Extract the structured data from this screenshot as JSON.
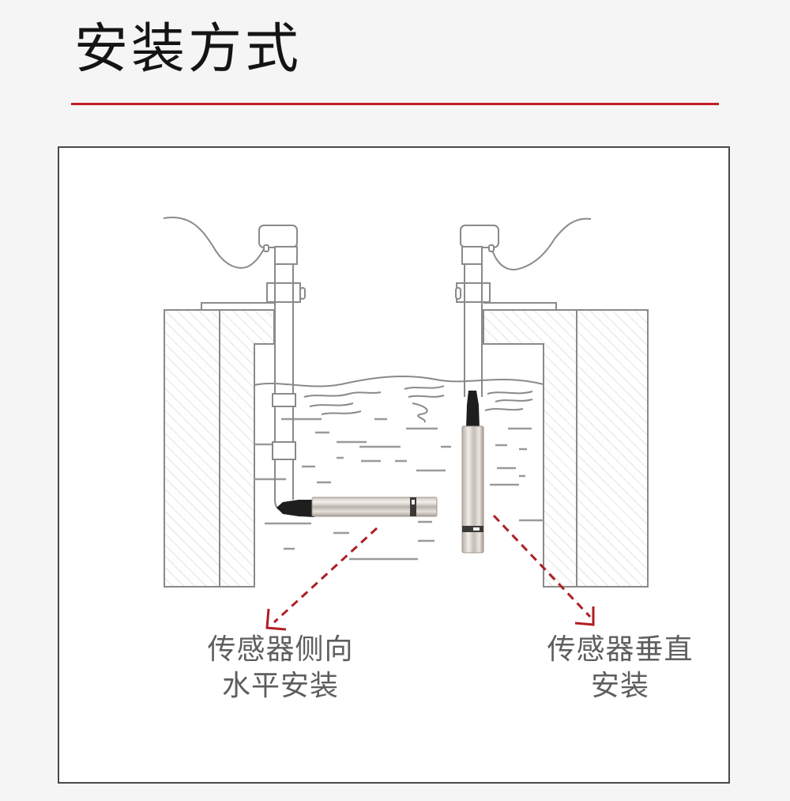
{
  "page": {
    "title": "安装方式",
    "accent_color": "#c21d25"
  },
  "diagram": {
    "description": "Tank cross-section showing two sensor installation methods",
    "captions": {
      "horizontal": {
        "line1": "传感器侧向",
        "line2": "水平安装"
      },
      "vertical": {
        "line1": "传感器垂直",
        "line2": "安装"
      }
    },
    "arrow_color": "#b01e24",
    "line_color": "#8a8a8a"
  }
}
